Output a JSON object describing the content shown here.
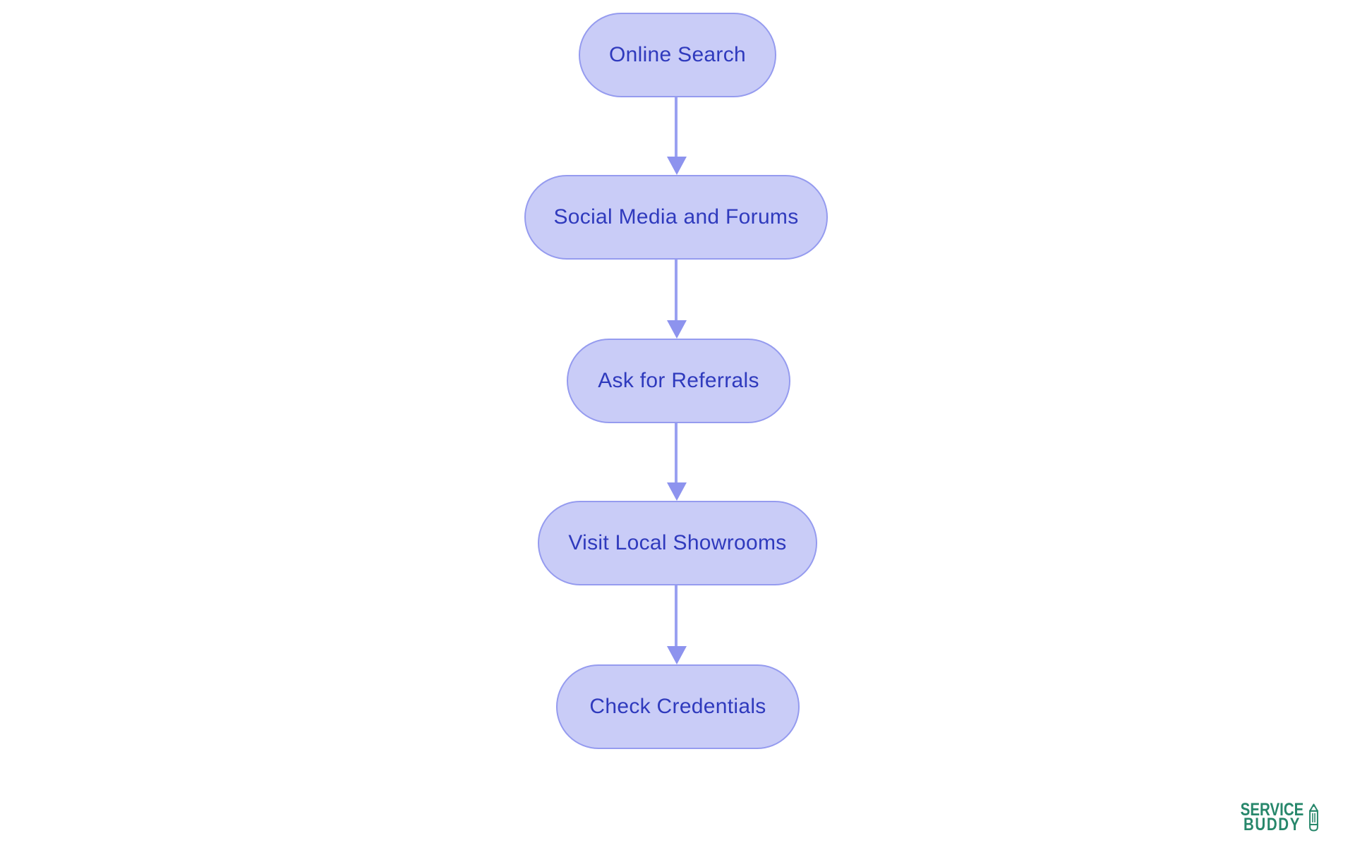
{
  "diagram": {
    "type": "flowchart",
    "direction": "top-down",
    "nodes": [
      {
        "id": "n1",
        "label": "Online Search"
      },
      {
        "id": "n2",
        "label": "Social Media and Forums"
      },
      {
        "id": "n3",
        "label": "Ask for Referrals"
      },
      {
        "id": "n4",
        "label": "Visit Local Showrooms"
      },
      {
        "id": "n5",
        "label": "Check Credentials"
      }
    ],
    "edges": [
      {
        "from": "n1",
        "to": "n2"
      },
      {
        "from": "n2",
        "to": "n3"
      },
      {
        "from": "n3",
        "to": "n4"
      },
      {
        "from": "n4",
        "to": "n5"
      }
    ],
    "colors": {
      "node_fill": "#c9ccf7",
      "node_border": "#959bef",
      "node_text": "#2f3abd",
      "arrow": "#99a0f1",
      "arrow_head": "#8d93ee",
      "background": "#ffffff"
    }
  },
  "logo": {
    "line1": "SERVICE",
    "line2": "BUDDY",
    "icon": "pencil-icon",
    "color": "#27876b"
  }
}
